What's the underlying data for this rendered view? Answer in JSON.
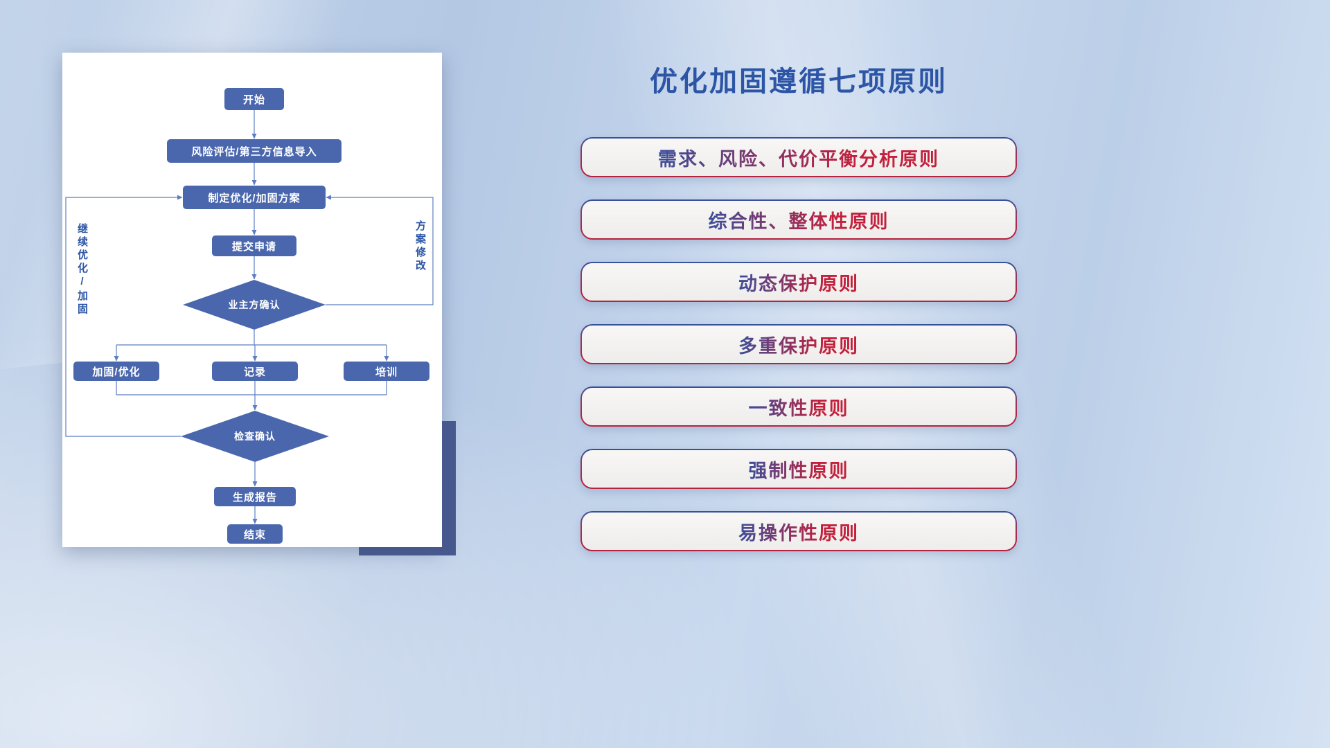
{
  "colors": {
    "node_fill": "#4a67ae",
    "line_color": "#5b7fc0",
    "title_color": "#2c55a5",
    "pill_border_start": "#33539e",
    "pill_border_end": "#b4233f",
    "pill_text_start": "#3c4e9b",
    "pill_text_end": "#c2203c",
    "shadow_block": "#47598f"
  },
  "flowchart": {
    "nodes": {
      "start": "开始",
      "risk_import": "风险评估/第三方信息导入",
      "plan": "制定优化/加固方案",
      "submit": "提交申请",
      "owner_confirm": "业主方确认",
      "reinforce": "加固/优化",
      "record": "记录",
      "training": "培训",
      "check_confirm": "检查确认",
      "report": "生成报告",
      "end": "结束"
    },
    "edge_labels": {
      "continue_optimize": "继续优化/加固",
      "plan_revision": "方案修改"
    }
  },
  "panel": {
    "title": "优化加固遵循七项原则",
    "principles": [
      "需求、风险、代价平衡分析原则",
      "综合性、整体性原则",
      "动态保护原则",
      "多重保护原则",
      "一致性原则",
      "强制性原则",
      "易操作性原则"
    ]
  }
}
